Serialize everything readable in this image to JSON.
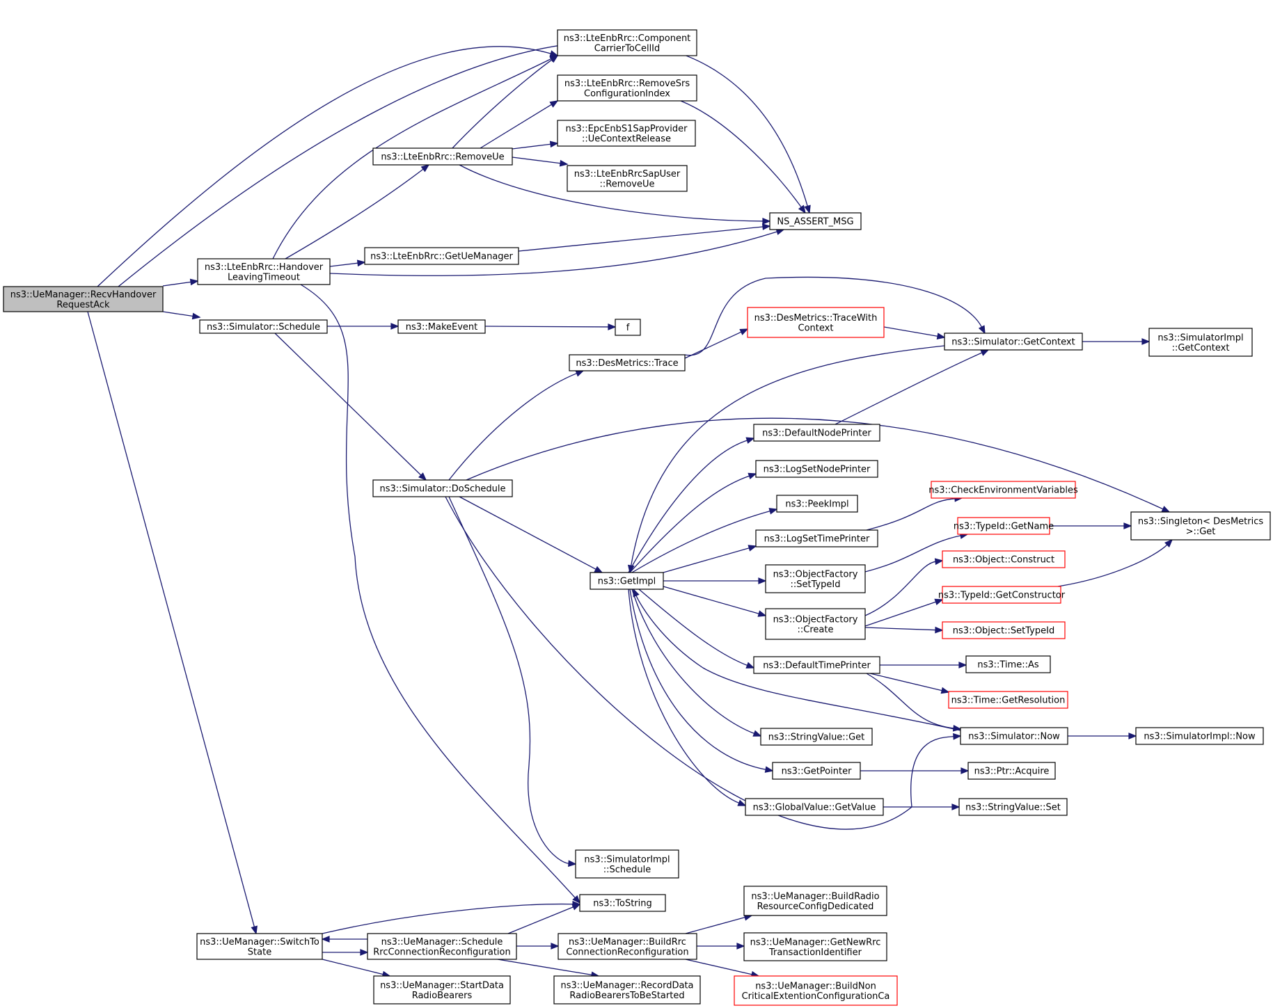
{
  "colors": {
    "edge": "#191970",
    "node_border": "#000000",
    "truncated_border": "#ff0000",
    "root_fill": "#bfbfbf",
    "node_fill": "#ffffff"
  },
  "nodes": {
    "n_recv": {
      "lines": [
        "ns3::UeManager::RecvHandover",
        "RequestAck"
      ],
      "kind": "root"
    },
    "n_hlt": {
      "lines": [
        "ns3::LteEnbRrc::Handover",
        "LeavingTimeout"
      ],
      "kind": "normal"
    },
    "n_sched": {
      "lines": [
        "ns3::Simulator::Schedule"
      ],
      "kind": "normal"
    },
    "n_switch": {
      "lines": [
        "ns3::UeManager::SwitchTo",
        "State"
      ],
      "kind": "normal"
    },
    "n_cc": {
      "lines": [
        "ns3::LteEnbRrc::Component",
        "CarrierToCellId"
      ],
      "kind": "normal"
    },
    "n_rsrs": {
      "lines": [
        "ns3::LteEnbRrc::RemoveSrs",
        "ConfigurationIndex"
      ],
      "kind": "normal"
    },
    "n_epc": {
      "lines": [
        "ns3::EpcEnbS1SapProvider",
        "::UeContextRelease"
      ],
      "kind": "normal"
    },
    "n_removeue": {
      "lines": [
        "ns3::LteEnbRrc::RemoveUe"
      ],
      "kind": "normal"
    },
    "n_sapuser": {
      "lines": [
        "ns3::LteEnbRrcSapUser",
        "::RemoveUe"
      ],
      "kind": "normal"
    },
    "n_assert": {
      "lines": [
        "NS_ASSERT_MSG"
      ],
      "kind": "normal"
    },
    "n_getuem": {
      "lines": [
        "ns3::LteEnbRrc::GetUeManager"
      ],
      "kind": "normal"
    },
    "n_makeevent": {
      "lines": [
        "ns3::MakeEvent"
      ],
      "kind": "normal"
    },
    "n_f": {
      "lines": [
        "f"
      ],
      "kind": "normal"
    },
    "n_twc": {
      "lines": [
        "ns3::DesMetrics::TraceWith",
        "Context"
      ],
      "kind": "truncated"
    },
    "n_trace": {
      "lines": [
        "ns3::DesMetrics::Trace"
      ],
      "kind": "normal"
    },
    "n_getctx": {
      "lines": [
        "ns3::Simulator::GetContext"
      ],
      "kind": "normal"
    },
    "n_implctx": {
      "lines": [
        "ns3::SimulatorImpl",
        "::GetContext"
      ],
      "kind": "normal"
    },
    "n_dnp": {
      "lines": [
        "ns3::DefaultNodePrinter"
      ],
      "kind": "normal"
    },
    "n_lsnp": {
      "lines": [
        "ns3::LogSetNodePrinter"
      ],
      "kind": "normal"
    },
    "n_dosched": {
      "lines": [
        "ns3::Simulator::DoSchedule"
      ],
      "kind": "normal"
    },
    "n_peek": {
      "lines": [
        "ns3::PeekImpl"
      ],
      "kind": "normal"
    },
    "n_cev": {
      "lines": [
        "ns3::CheckEnvironmentVariables"
      ],
      "kind": "truncated"
    },
    "n_lstp": {
      "lines": [
        "ns3::LogSetTimePrinter"
      ],
      "kind": "normal"
    },
    "n_getname": {
      "lines": [
        "ns3::TypeId::GetName"
      ],
      "kind": "truncated"
    },
    "n_singleton": {
      "lines": [
        "ns3::Singleton< DesMetrics",
        " >::Get"
      ],
      "kind": "normal"
    },
    "n_getimpl": {
      "lines": [
        "ns3::GetImpl"
      ],
      "kind": "normal"
    },
    "n_ofset": {
      "lines": [
        "ns3::ObjectFactory",
        "::SetTypeId"
      ],
      "kind": "normal"
    },
    "n_construct": {
      "lines": [
        "ns3::Object::Construct"
      ],
      "kind": "truncated"
    },
    "n_getctor": {
      "lines": [
        "ns3::TypeId::GetConstructor"
      ],
      "kind": "truncated"
    },
    "n_ofcreate": {
      "lines": [
        "ns3::ObjectFactory",
        "::Create"
      ],
      "kind": "normal"
    },
    "n_objset": {
      "lines": [
        "ns3::Object::SetTypeId"
      ],
      "kind": "truncated"
    },
    "n_dtp": {
      "lines": [
        "ns3::DefaultTimePrinter"
      ],
      "kind": "normal"
    },
    "n_timeas": {
      "lines": [
        "ns3::Time::As"
      ],
      "kind": "normal"
    },
    "n_timeres": {
      "lines": [
        "ns3::Time::GetResolution"
      ],
      "kind": "truncated"
    },
    "n_svget": {
      "lines": [
        "ns3::StringValue::Get"
      ],
      "kind": "normal"
    },
    "n_simnow": {
      "lines": [
        "ns3::Simulator::Now"
      ],
      "kind": "normal"
    },
    "n_implnow": {
      "lines": [
        "ns3::SimulatorImpl::Now"
      ],
      "kind": "normal"
    },
    "n_getptr": {
      "lines": [
        "ns3::GetPointer"
      ],
      "kind": "normal"
    },
    "n_acquire": {
      "lines": [
        "ns3::Ptr::Acquire"
      ],
      "kind": "normal"
    },
    "n_gvget": {
      "lines": [
        "ns3::GlobalValue::GetValue"
      ],
      "kind": "normal"
    },
    "n_svset": {
      "lines": [
        "ns3::StringValue::Set"
      ],
      "kind": "normal"
    },
    "n_implsched": {
      "lines": [
        "ns3::SimulatorImpl",
        "::Schedule"
      ],
      "kind": "normal"
    },
    "n_tostring": {
      "lines": [
        "ns3::ToString"
      ],
      "kind": "normal"
    },
    "n_brrcd": {
      "lines": [
        "ns3::UeManager::BuildRadio",
        "ResourceConfigDedicated"
      ],
      "kind": "normal"
    },
    "n_schedrrc": {
      "lines": [
        "ns3::UeManager::Schedule",
        "RrcConnectionReconfiguration"
      ],
      "kind": "normal"
    },
    "n_buildrrc": {
      "lines": [
        "ns3::UeManager::BuildRrc",
        "ConnectionReconfiguration"
      ],
      "kind": "normal"
    },
    "n_newrrc": {
      "lines": [
        "ns3::UeManager::GetNewRrc",
        "TransactionIdentifier"
      ],
      "kind": "normal"
    },
    "n_startdrb": {
      "lines": [
        "ns3::UeManager::StartData",
        "RadioBearers"
      ],
      "kind": "normal"
    },
    "n_recorddrb": {
      "lines": [
        "ns3::UeManager::RecordData",
        "RadioBearersToBeStarted"
      ],
      "kind": "normal"
    },
    "n_noncrit": {
      "lines": [
        "ns3::UeManager::BuildNon",
        "CriticalExtentionConfigurationCa"
      ],
      "kind": "truncated"
    }
  },
  "edges": [
    [
      "n_recv",
      "n_hlt"
    ],
    [
      "n_recv",
      "n_sched"
    ],
    [
      "n_recv",
      "n_switch"
    ],
    [
      "n_recv",
      "n_cc"
    ],
    [
      "n_recv",
      "n_assert"
    ],
    [
      "n_hlt",
      "n_cc"
    ],
    [
      "n_hlt",
      "n_removeue"
    ],
    [
      "n_hlt",
      "n_getuem"
    ],
    [
      "n_hlt",
      "n_assert"
    ],
    [
      "n_hlt",
      "n_tostring"
    ],
    [
      "n_removeue",
      "n_cc"
    ],
    [
      "n_removeue",
      "n_rsrs"
    ],
    [
      "n_removeue",
      "n_epc"
    ],
    [
      "n_removeue",
      "n_sapuser"
    ],
    [
      "n_removeue",
      "n_assert"
    ],
    [
      "n_rsrs",
      "n_assert"
    ],
    [
      "n_getuem",
      "n_assert"
    ],
    [
      "n_sched",
      "n_makeevent"
    ],
    [
      "n_sched",
      "n_dosched"
    ],
    [
      "n_makeevent",
      "n_f"
    ],
    [
      "n_dosched",
      "n_trace"
    ],
    [
      "n_dosched",
      "n_singleton"
    ],
    [
      "n_dosched",
      "n_getimpl"
    ],
    [
      "n_dosched",
      "n_simnow"
    ],
    [
      "n_dosched",
      "n_implsched"
    ],
    [
      "n_trace",
      "n_twc"
    ],
    [
      "n_trace",
      "n_getctx"
    ],
    [
      "n_twc",
      "n_getctx"
    ],
    [
      "n_getctx",
      "n_implctx"
    ],
    [
      "n_getctx",
      "n_getimpl"
    ],
    [
      "n_dnp",
      "n_getctx"
    ],
    [
      "n_getimpl",
      "n_dnp"
    ],
    [
      "n_getimpl",
      "n_lsnp"
    ],
    [
      "n_getimpl",
      "n_peek"
    ],
    [
      "n_getimpl",
      "n_lstp"
    ],
    [
      "n_getimpl",
      "n_ofset"
    ],
    [
      "n_getimpl",
      "n_ofcreate"
    ],
    [
      "n_getimpl",
      "n_dtp"
    ],
    [
      "n_getimpl",
      "n_svget"
    ],
    [
      "n_getimpl",
      "n_getptr"
    ],
    [
      "n_getimpl",
      "n_gvget"
    ],
    [
      "n_simnow",
      "n_getimpl"
    ],
    [
      "n_lstp",
      "n_cev"
    ],
    [
      "n_ofset",
      "n_getname"
    ],
    [
      "n_getname",
      "n_singleton"
    ],
    [
      "n_getctor",
      "n_singleton"
    ],
    [
      "n_ofcreate",
      "n_construct"
    ],
    [
      "n_ofcreate",
      "n_getctor"
    ],
    [
      "n_ofcreate",
      "n_objset"
    ],
    [
      "n_dtp",
      "n_timeas"
    ],
    [
      "n_dtp",
      "n_timeres"
    ],
    [
      "n_dtp",
      "n_simnow"
    ],
    [
      "n_simnow",
      "n_implnow"
    ],
    [
      "n_getptr",
      "n_acquire"
    ],
    [
      "n_gvget",
      "n_svset"
    ],
    [
      "n_switch",
      "n_tostring"
    ],
    [
      "n_switch",
      "n_schedrrc"
    ],
    [
      "n_switch",
      "n_startdrb"
    ],
    [
      "n_schedrrc",
      "n_switch"
    ],
    [
      "n_schedrrc",
      "n_tostring"
    ],
    [
      "n_schedrrc",
      "n_buildrrc"
    ],
    [
      "n_schedrrc",
      "n_recorddrb"
    ],
    [
      "n_buildrrc",
      "n_brrcd"
    ],
    [
      "n_buildrrc",
      "n_newrrc"
    ],
    [
      "n_buildrrc",
      "n_noncrit"
    ]
  ]
}
